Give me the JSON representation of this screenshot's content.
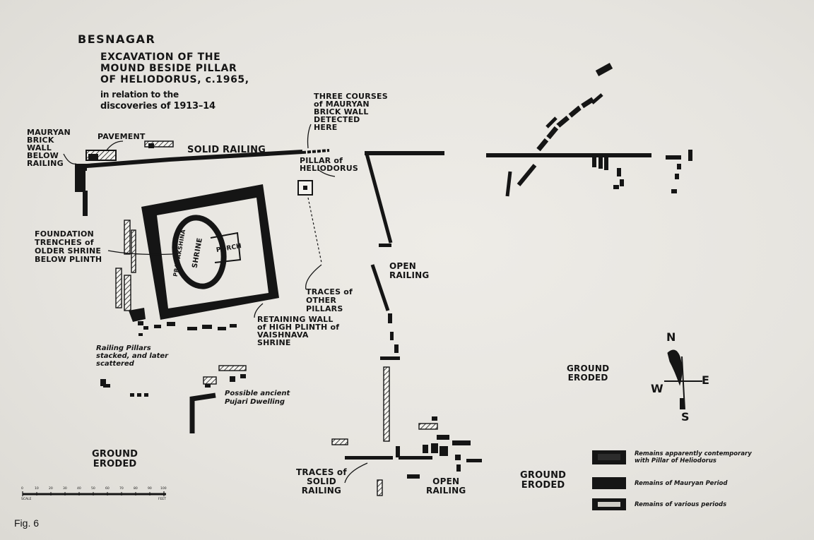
{
  "map": {
    "title": "BESNAGAR",
    "subtitle_lines": [
      "EXCAVATION OF THE",
      "MOUND BESIDE PILLAR",
      "OF HELIODORUS, c.1965,"
    ],
    "subtitle_small_lines": [
      "in relation to the",
      "discoveries of 1913–14"
    ],
    "figure_label": "Fig. 6",
    "colors": {
      "ink": "#151515",
      "paper": "#e9e7e2"
    }
  },
  "labels": {
    "mauryan_wall": [
      "MAURYAN",
      "BRICK",
      "WALL",
      "BELOW",
      "RAILING"
    ],
    "pavement": "PAVEMENT",
    "solid_railing_top": "SOLID RAILING",
    "three_courses": [
      "THREE COURSES",
      "of MAURYAN",
      "BRICK WALL",
      "DETECTED",
      "HERE"
    ],
    "pillar": [
      "PILLAR of",
      "HELIODORUS"
    ],
    "foundation": [
      "FOUNDATION",
      "TRENCHES of",
      "OLDER SHRINE",
      "BELOW PLINTH"
    ],
    "pradakshina": "PRADAKSHINA",
    "shrine": "SHRINE",
    "porch": "PORCH",
    "open_railing_east": [
      "OPEN",
      "RAILING"
    ],
    "traces_pillars": [
      "TRACES of",
      "OTHER",
      "PILLARS"
    ],
    "retaining_wall": [
      "RETAINING WALL",
      "of HIGH PLINTH of",
      "VAISHNAVA",
      "SHRINE"
    ],
    "railing_pillars": [
      "Railing Pillars",
      "stacked, and later",
      "scattered"
    ],
    "pujari": [
      "Possible ancient",
      "Pujari Dwelling"
    ],
    "ground_eroded_sw": [
      "GROUND",
      "ERODED"
    ],
    "ground_eroded_e": [
      "GROUND",
      "ERODED"
    ],
    "ground_eroded_se": [
      "GROUND",
      "ERODED"
    ],
    "traces_solid": [
      "TRACES of",
      "SOLID",
      "RAILING"
    ],
    "open_railing_south": [
      "OPEN",
      "RAILING"
    ]
  },
  "compass": {
    "north": "N",
    "south": "S",
    "east": "E",
    "west": "W"
  },
  "legend": {
    "items": [
      {
        "style": "contemporary",
        "text_lines": [
          "Remains apparently contemporary",
          "with Pillar of Heliodorus"
        ]
      },
      {
        "style": "mauryan",
        "text_lines": [
          "Remains of Mauryan Period"
        ]
      },
      {
        "style": "various",
        "text_lines": [
          "Remains of various periods"
        ]
      }
    ]
  },
  "scale_bar": {
    "ticks": [
      "0",
      "10",
      "20",
      "30",
      "40",
      "50",
      "60",
      "70",
      "80",
      "90",
      "100"
    ],
    "left_label": "SCALE",
    "unit": "FEET"
  }
}
